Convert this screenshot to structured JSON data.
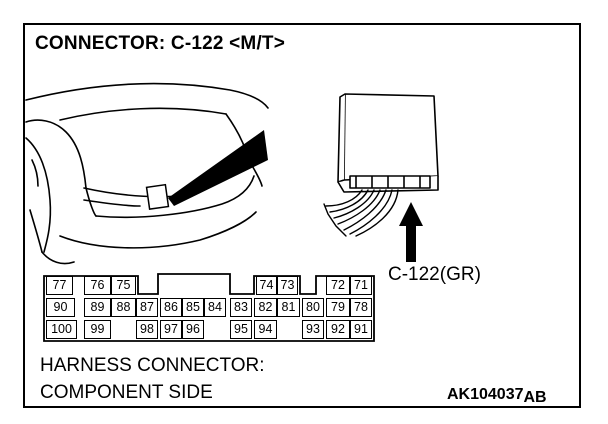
{
  "title": "CONNECTOR: C-122 <M/T>",
  "connector_label": "C-122(GR)",
  "harness_line1": "HARNESS CONNECTOR:",
  "harness_line2": "COMPONENT SIDE",
  "figure_id_main": "AK104037",
  "figure_id_suffix": "AB",
  "pins": {
    "row1": [
      "77",
      "76",
      "75",
      "74",
      "73",
      "72",
      "71"
    ],
    "row2": [
      "90",
      "89",
      "88",
      "87",
      "86",
      "85",
      "84",
      "83",
      "82",
      "81",
      "80",
      "79",
      "78"
    ],
    "row3": [
      "100",
      "99",
      "98",
      "97",
      "96",
      "95",
      "94",
      "93",
      "92",
      "91"
    ]
  },
  "colors": {
    "line": "#000000",
    "background": "#ffffff"
  }
}
